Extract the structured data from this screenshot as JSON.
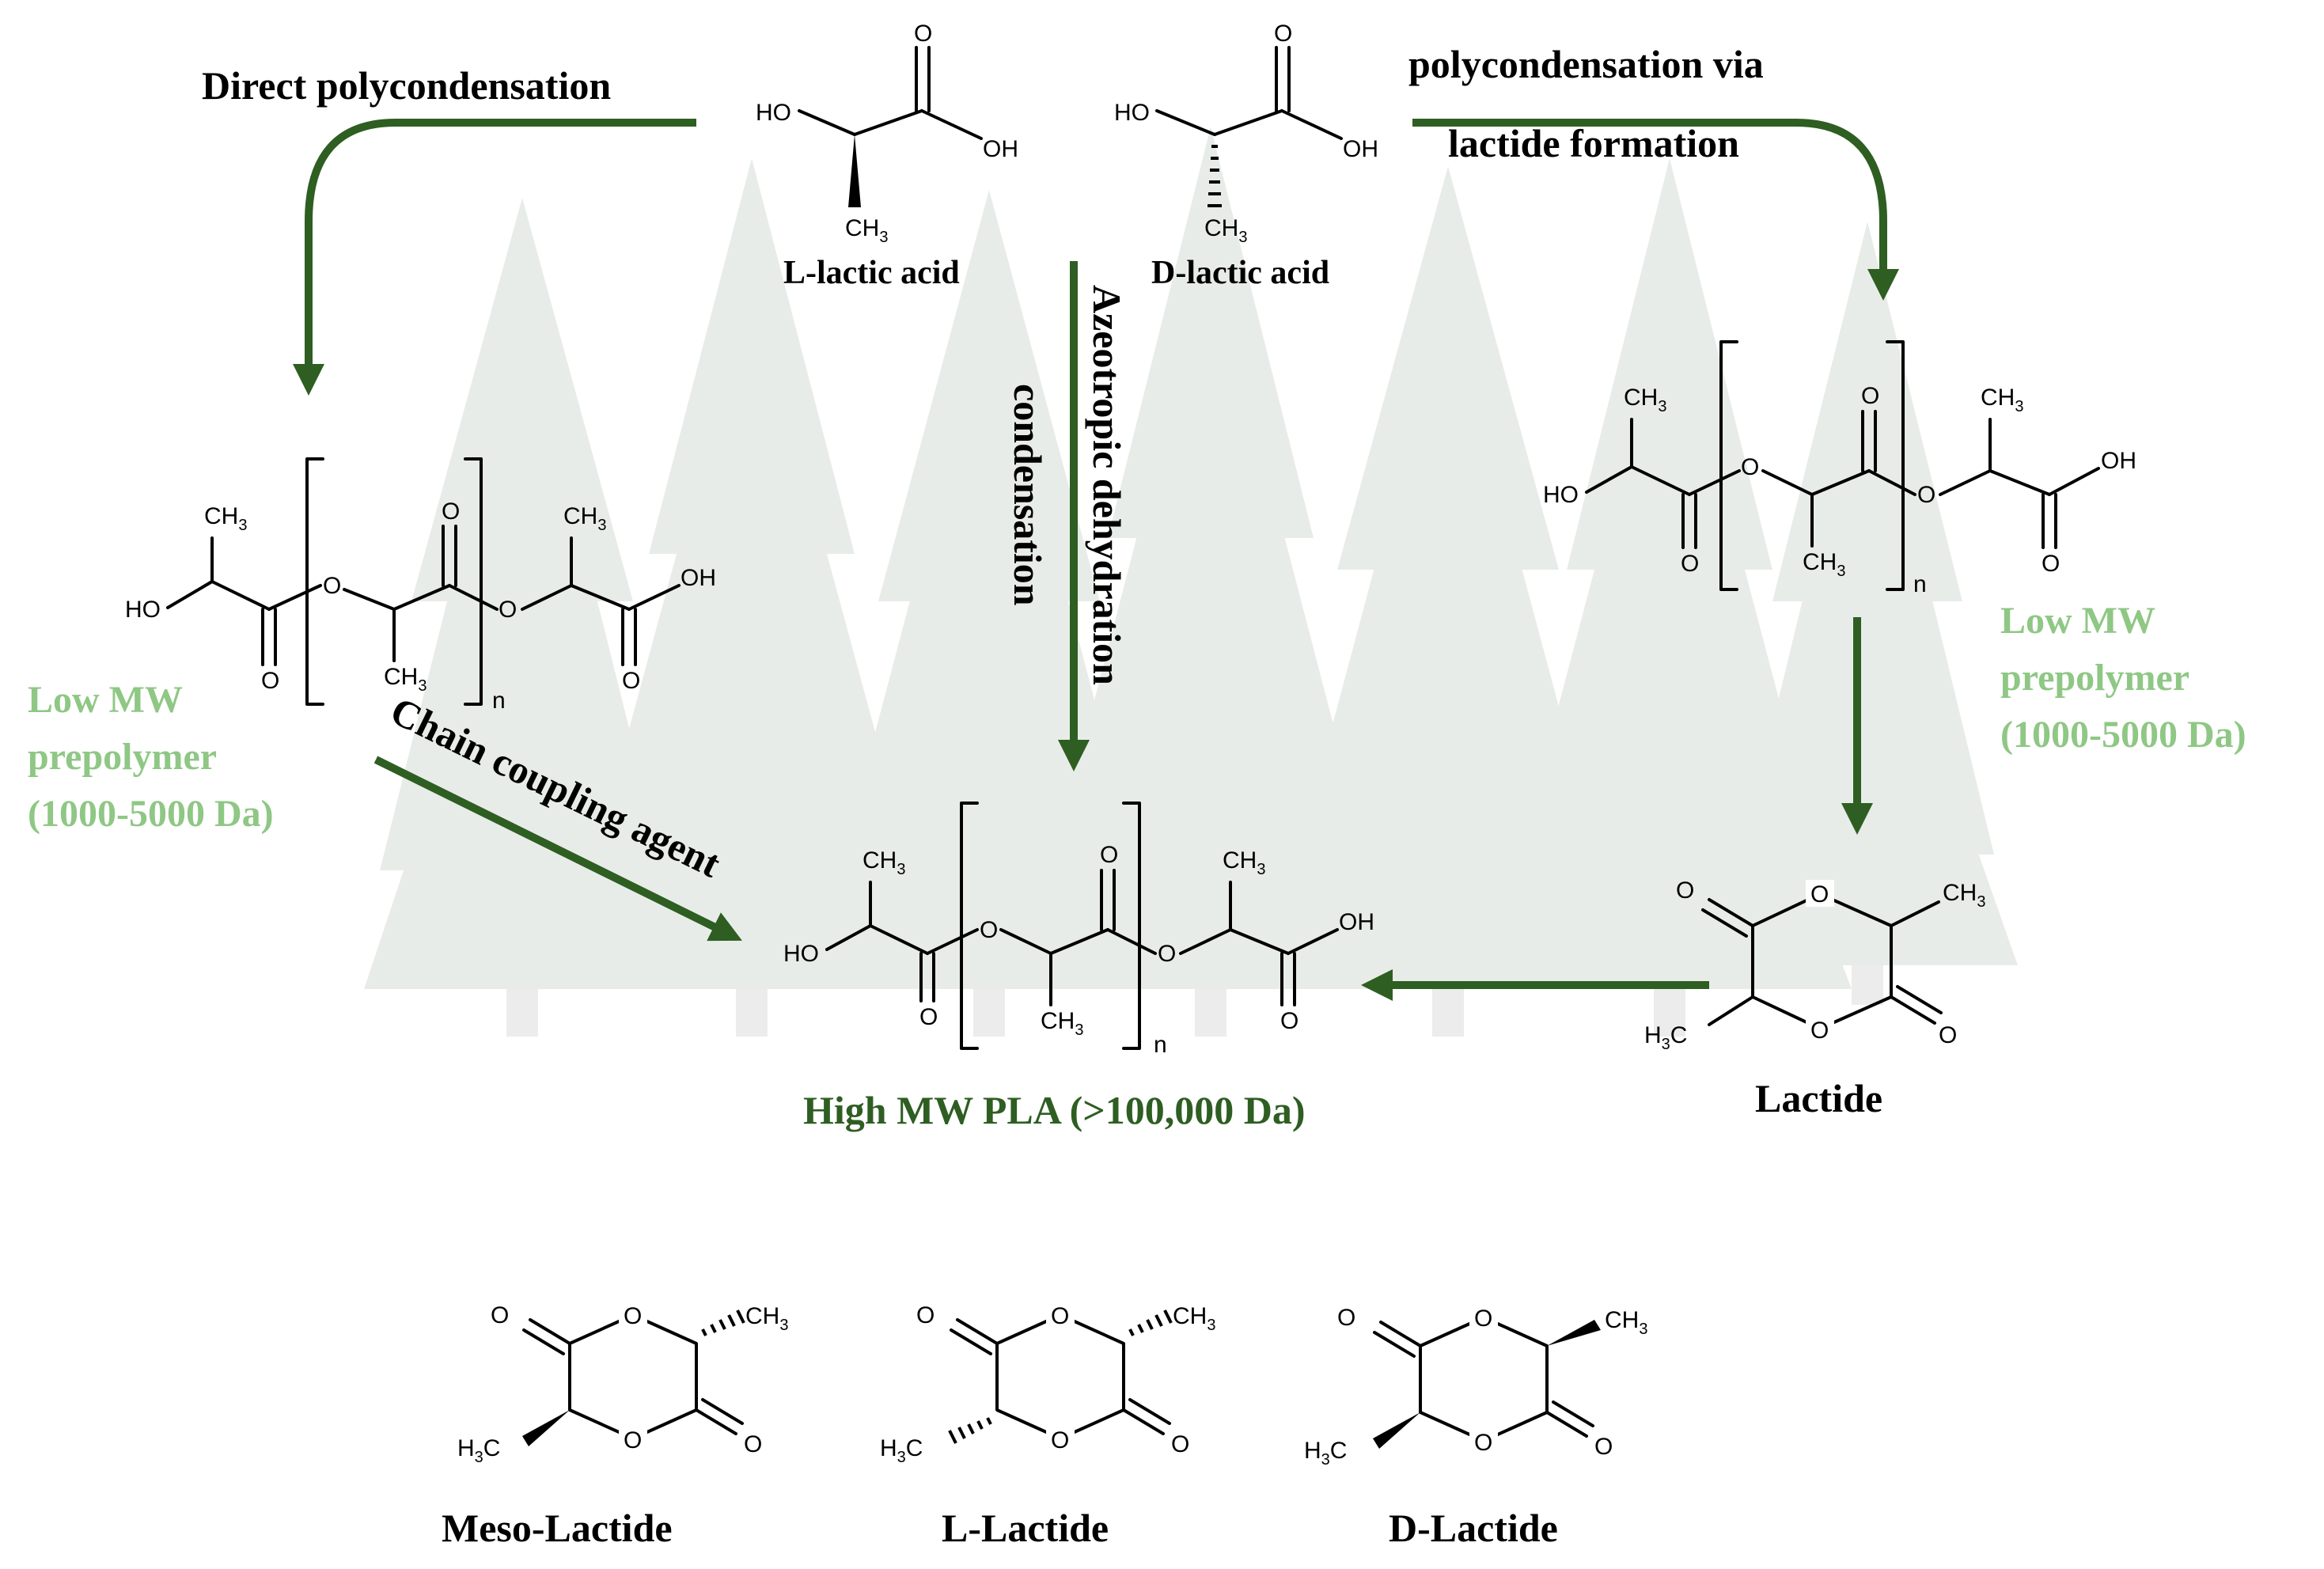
{
  "colors": {
    "arrow": "#2e5e22",
    "dark_green_text": "#2e5e22",
    "light_green_text": "#8fc785",
    "tree_watermark": "#e8ece8",
    "ink": "#000000"
  },
  "route_labels": {
    "direct": "Direct polycondensation",
    "lactide_route_1": "polycondensation via",
    "lactide_route_2": "lactide formation",
    "azeotropic_1": "Azeotropic dehydration",
    "azeotropic_2": "condensation",
    "chain_coupling": "Chain coupling agent"
  },
  "monomers": {
    "l_name": "L-lactic acid",
    "d_name": "D-lactic acid"
  },
  "atoms": {
    "ho": "HO",
    "oh": "OH",
    "o": "O",
    "ch3": "CH",
    "h3c": "H",
    "c": "C",
    "sub3": "3",
    "n": "n"
  },
  "prepolymer": {
    "line1": "Low MW",
    "line2": "prepolymer",
    "line3": "(1000-5000 Da)"
  },
  "product": {
    "name": "High MW PLA (>100,000 Da)"
  },
  "lactide": {
    "name": "Lactide"
  },
  "isomers": {
    "meso": "Meso-Lactide",
    "l": "L-Lactide",
    "d": "D-Lactide"
  }
}
